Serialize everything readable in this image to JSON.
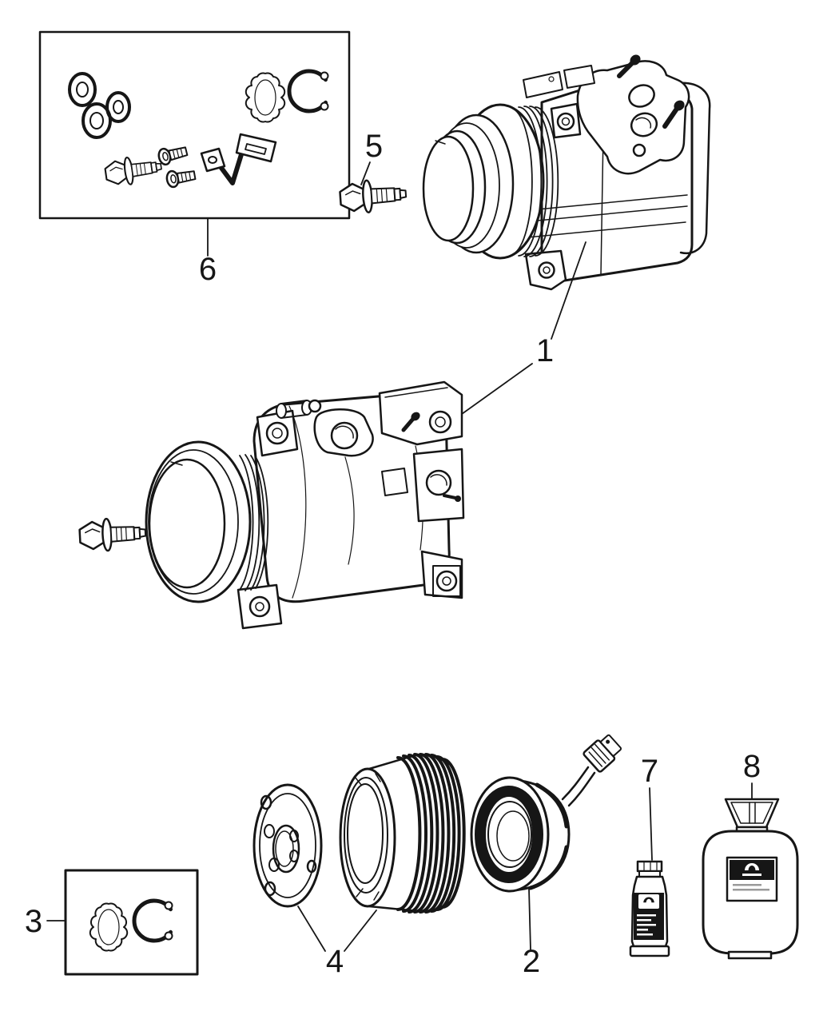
{
  "canvas": {
    "background": "#ffffff",
    "ink": "#161616"
  },
  "callouts": [
    {
      "number": "1"
    },
    {
      "number": "2"
    },
    {
      "number": "3"
    },
    {
      "number": "4"
    },
    {
      "number": "5"
    },
    {
      "number": "6"
    },
    {
      "number": "7"
    },
    {
      "number": "8"
    }
  ]
}
